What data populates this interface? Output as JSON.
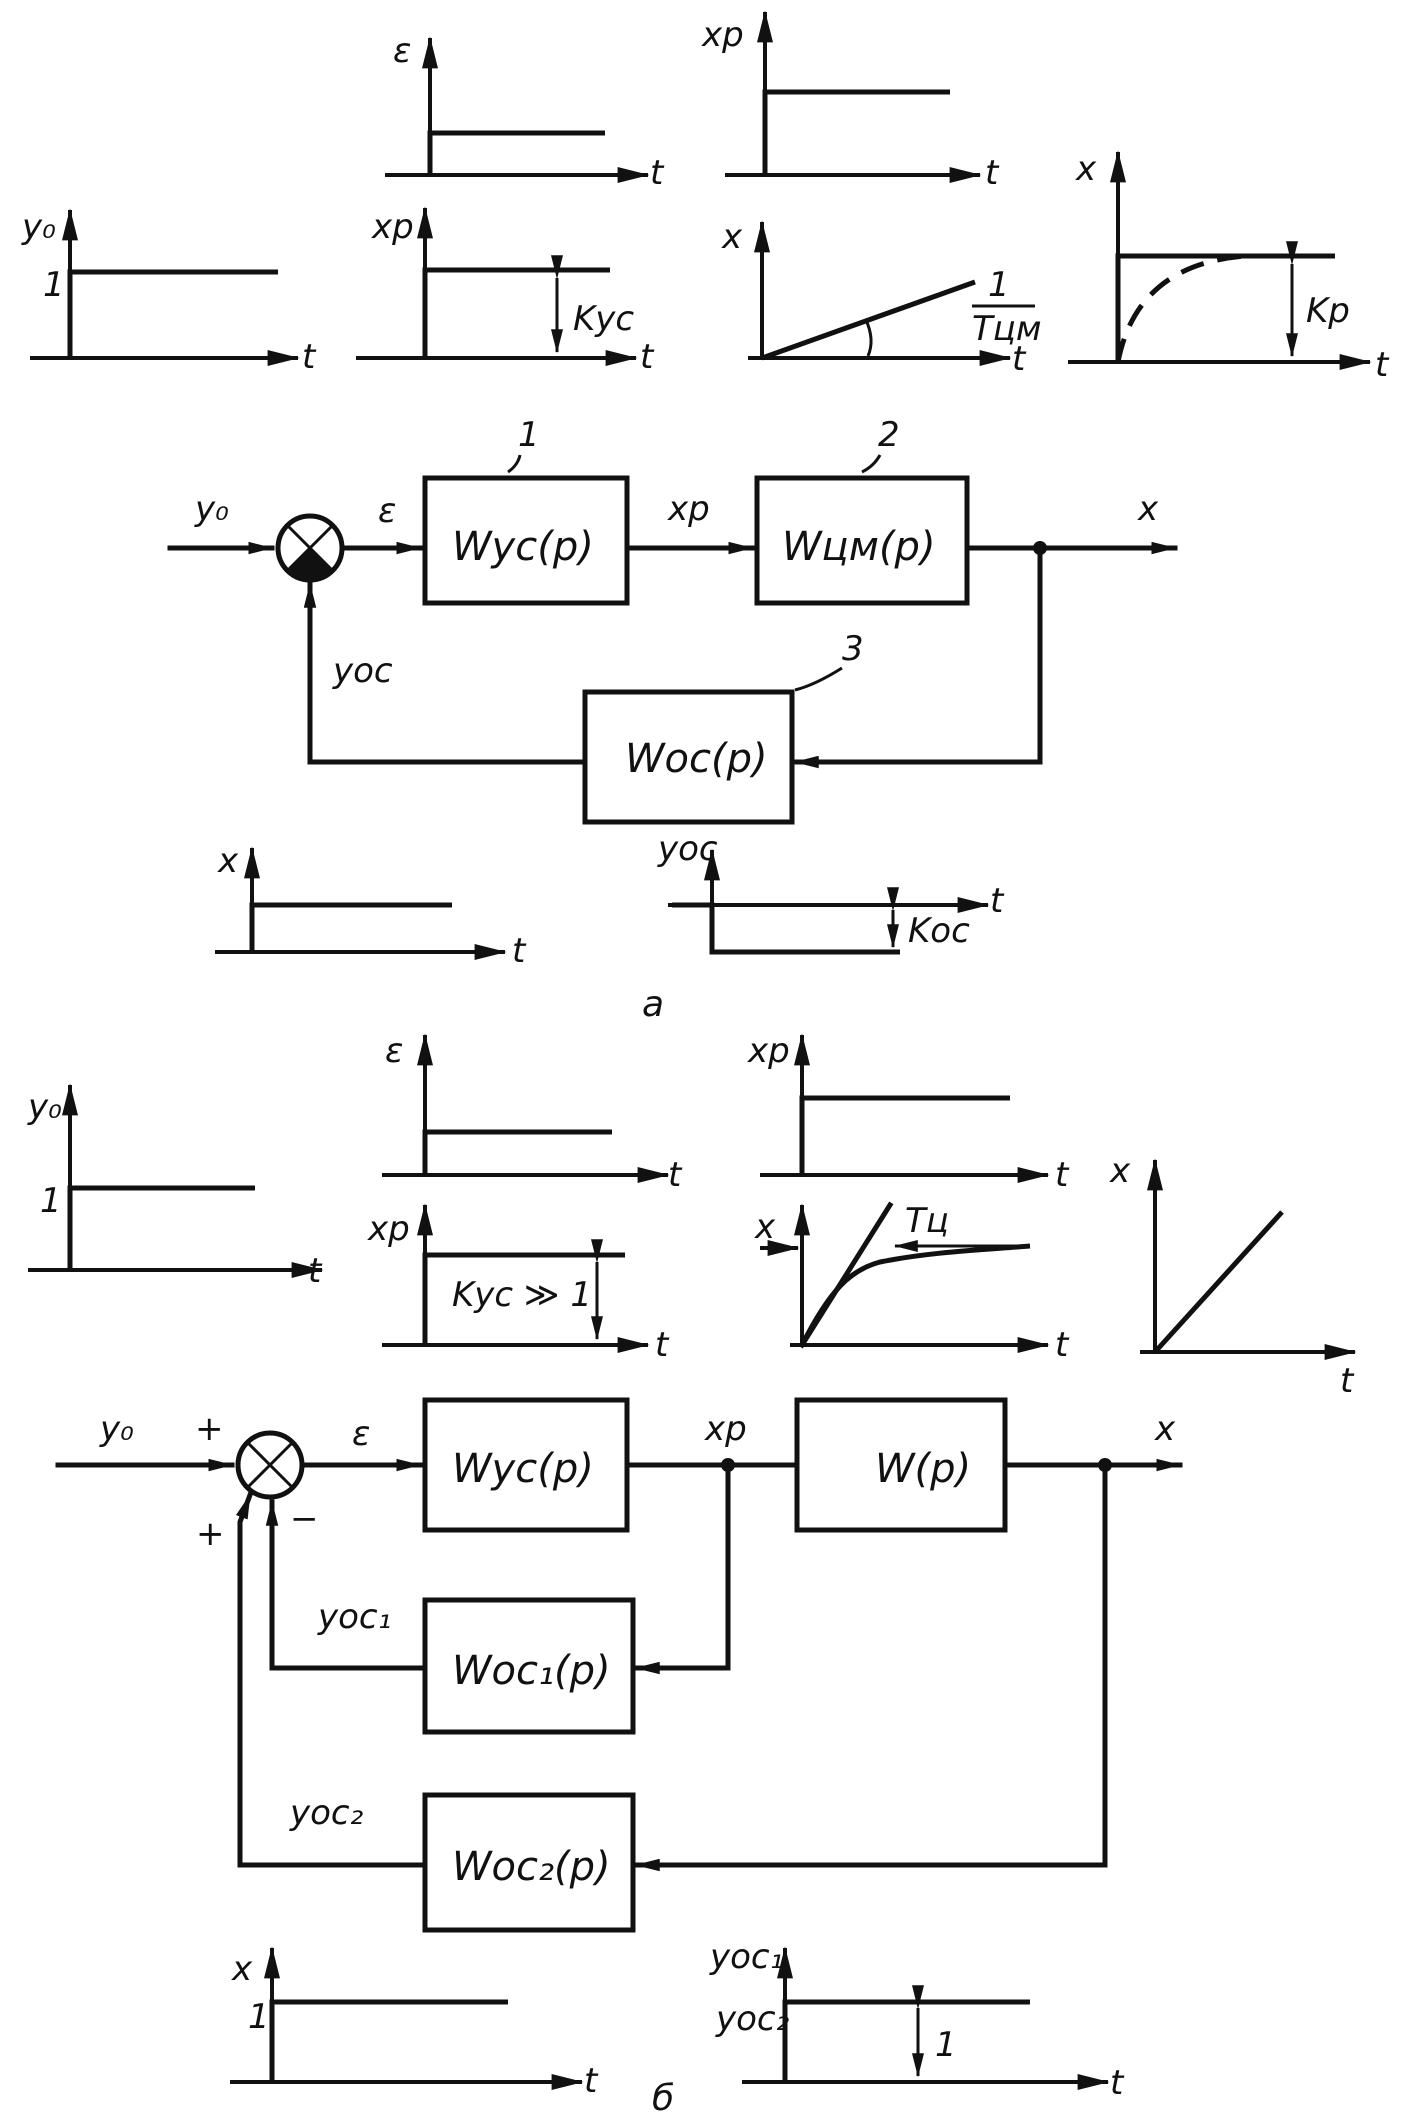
{
  "part_a": {
    "caption": "а",
    "blocks": {
      "amplifier": "Wус(p)",
      "actuator": "Wцм(p)",
      "feedback": "Wос(p)"
    },
    "block_numbers": [
      "1",
      "2",
      "3"
    ],
    "signals": {
      "input": "y₀",
      "error": "ε",
      "regulator": "xр",
      "output": "x",
      "feedback": "yос"
    },
    "graphs": {
      "eps_axis": "ε",
      "xp_top_axis": "xр",
      "y0_axis": "y₀",
      "y0_level": "1",
      "xp_axis": "xр",
      "kус_label": "Kус",
      "x_ramp_axis": "x",
      "ramp_label_num": "1",
      "ramp_label_den": "Tцм",
      "x_exp_axis": "x",
      "kp_label": "Kр",
      "x_bottom_axis": "x",
      "yoc_axis": "yос",
      "koc_label": "Kос",
      "time": "t"
    }
  },
  "part_b": {
    "caption": "б",
    "blocks": {
      "amplifier": "Wус(p)",
      "plant": "W(p)",
      "feedback1": "Wос₁(p)",
      "feedback2": "Wос₂(p)"
    },
    "signals": {
      "input": "y₀",
      "error": "ε",
      "regulator": "xр",
      "output": "x",
      "feedback1": "yос₁",
      "feedback2": "yос₂",
      "plus_top": "+",
      "plus_left": "+",
      "minus": "−"
    },
    "graphs": {
      "y0_axis": "y₀",
      "y0_level": "1",
      "eps_axis": "ε",
      "xp_top_axis": "xр",
      "xp_axis": "xр",
      "kус_label": "Kус ≫ 1",
      "x_exp_axis": "x",
      "tc_label": "Tц",
      "x_ramp_axis": "x",
      "x_bottom_axis": "x",
      "x_bottom_level": "1",
      "yoc1_axis": "yос₁",
      "yoc2_axis": "yос₂",
      "yoc_level": "1",
      "time": "t"
    }
  }
}
